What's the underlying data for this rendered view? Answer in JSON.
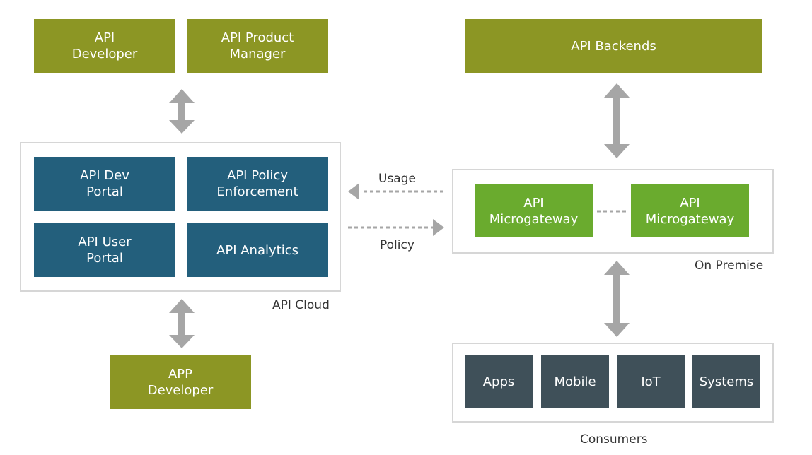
{
  "roles": {
    "api_developer": "API\nDeveloper",
    "api_product_manager": "API Product\nManager",
    "app_developer": "APP\nDeveloper"
  },
  "api_backends": "API Backends",
  "api_cloud": {
    "label": "API Cloud",
    "modules": [
      "API Dev\nPortal",
      "API Policy\nEnforcement",
      "API User\nPortal",
      "API Analytics"
    ]
  },
  "on_premise": {
    "label": "On Premise",
    "gateways": [
      "API\nMicrogateway",
      "API\nMicrogateway"
    ]
  },
  "flows": {
    "usage": "Usage",
    "policy": "Policy"
  },
  "consumers": {
    "label": "Consumers",
    "items": [
      "Apps",
      "Mobile",
      "IoT",
      "Systems"
    ]
  },
  "colors": {
    "olive": "#8c9624",
    "blue": "#235f7c",
    "green": "#6aab2e",
    "slate": "#3f5059",
    "arrow": "#a6a6a6",
    "frame": "#d6d6d6"
  }
}
